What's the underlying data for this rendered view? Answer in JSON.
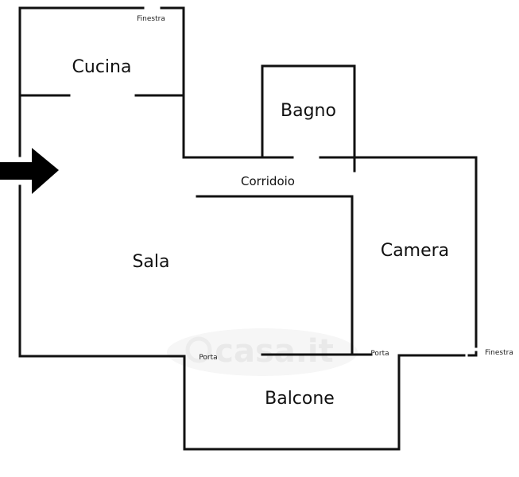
{
  "plan": {
    "rooms": {
      "cucina": "Cucina",
      "bagno": "Bagno",
      "corridoio": "Corridoio",
      "sala": "Sala",
      "camera": "Camera",
      "balcone": "Balcone"
    },
    "annotations": {
      "finestra_cucina": "Finestra",
      "finestra_camera": "Finestra",
      "porta_sala": "Porta",
      "porta_camera": "Porta"
    },
    "entrance_icon": "arrow-right-icon",
    "watermark": "casa.it",
    "colors": {
      "wall": "#111111",
      "background": "#ffffff",
      "watermark": "#e9e9e9"
    }
  }
}
